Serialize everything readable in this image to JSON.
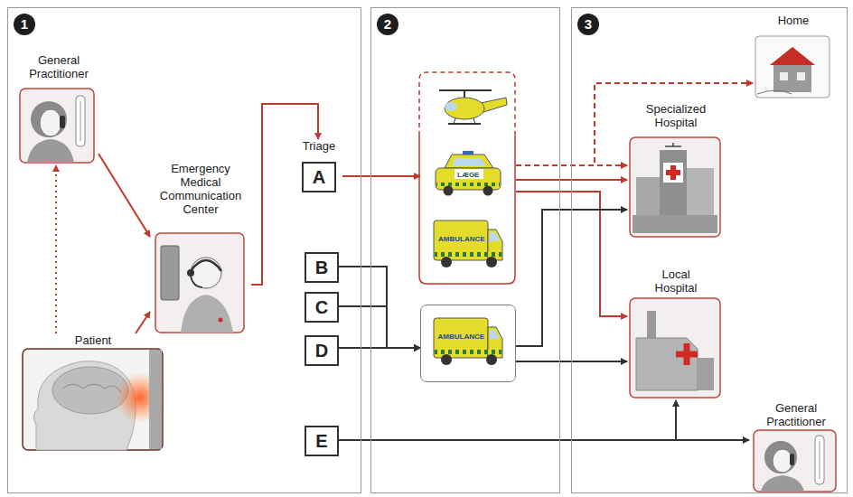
{
  "diagram": {
    "nodes": [
      {
        "text": [
          "1"
        ]
      },
      {
        "text": [
          "General Practitioner"
        ],
        "in": 0
      },
      {
        "text": [
          "Emergency Medical Communication Center"
        ],
        "in": 0
      },
      {
        "text": [
          "Patient"
        ],
        "in": 0
      },
      {
        "text": [
          "Triage",
          "A"
        ],
        "in": 0
      },
      {
        "text": [
          "B"
        ],
        "in": 0
      },
      {
        "text": [
          "C"
        ],
        "in": 0
      },
      {
        "text": [
          "D"
        ],
        "in": 0
      },
      {
        "text": [
          "E"
        ],
        "in": 0
      },
      {
        "text": [
          "2"
        ]
      },
      {
        "text": [
          "LÆGE",
          "AMBULANCE"
        ],
        "in": 9
      },
      {
        "text": [
          "AMBULANCE"
        ],
        "in": 9
      },
      {
        "text": [
          "3"
        ]
      },
      {
        "text": [
          "Home"
        ],
        "in": 12
      },
      {
        "text": [
          "Specialized Hospital"
        ],
        "in": 12
      },
      {
        "text": [
          "Local Hospital"
        ],
        "in": 12
      },
      {
        "text": [
          "General Practitioner"
        ],
        "in": 12
      }
    ],
    "edges": [
      {
        "from": 3,
        "to": 2,
        "arrow": "to"
      },
      {
        "from": 3,
        "to": 1,
        "arrow": "to"
      },
      {
        "from": 1,
        "to": 2,
        "arrow": "to"
      },
      {
        "from": 2,
        "to": 4,
        "arrow": "to"
      },
      {
        "from": 4,
        "to": 10,
        "arrow": "to"
      },
      {
        "from": 5,
        "to": 11,
        "arrow": "to"
      },
      {
        "from": 6,
        "to": 11,
        "arrow": "to"
      },
      {
        "from": 7,
        "to": 11,
        "arrow": "to"
      },
      {
        "from": 10,
        "to": 13,
        "arrow": "to"
      },
      {
        "from": 10,
        "to": 14,
        "arrow": "to"
      },
      {
        "from": 10,
        "to": 14,
        "arrow": "to"
      },
      {
        "from": 10,
        "to": 15,
        "arrow": "to"
      },
      {
        "from": 11,
        "to": 14,
        "arrow": "to"
      },
      {
        "from": 11,
        "to": 15,
        "arrow": "to"
      },
      {
        "from": 8,
        "to": 16,
        "arrow": "to"
      },
      {
        "from": 8,
        "to": 15,
        "arrow": "to"
      }
    ]
  }
}
